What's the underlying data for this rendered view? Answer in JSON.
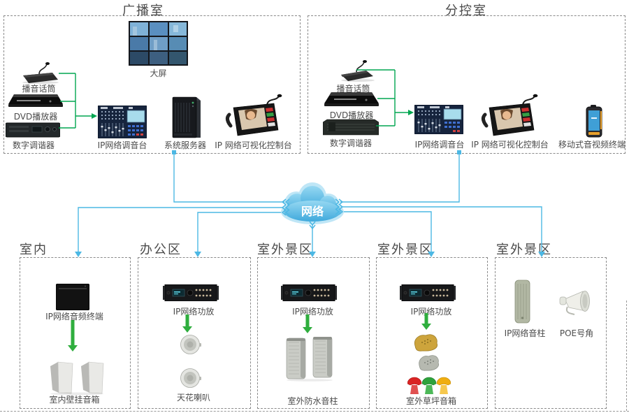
{
  "rooms": [
    {
      "title": "广播室",
      "devices": [
        {
          "label": "大屏"
        },
        {
          "label": "播音话筒"
        },
        {
          "label": "DVD播放器"
        },
        {
          "label": "数字调谐器"
        },
        {
          "label": "IP网络调音台"
        },
        {
          "label": "系统服务器"
        },
        {
          "label": "IP 网络可视化控制台"
        }
      ]
    },
    {
      "title": "分控室",
      "devices": [
        {
          "label": "播音话筒"
        },
        {
          "label": "DVD播放器"
        },
        {
          "label": "数字调谐器"
        },
        {
          "label": "IP网络调音台"
        },
        {
          "label": "IP 网络可视化控制台"
        },
        {
          "label": "移动式音视频终端"
        }
      ]
    }
  ],
  "cloud": {
    "label": "网络"
  },
  "zones": [
    {
      "title": "室内",
      "devices": [
        {
          "label": "IP网络音频终端"
        },
        {
          "label": "室内壁挂音箱"
        }
      ]
    },
    {
      "title": "办公区",
      "devices": [
        {
          "label": "IP网络功放"
        },
        {
          "label": "天花喇叭"
        }
      ]
    },
    {
      "title": "室外景区",
      "devices": [
        {
          "label": "IP网络功放"
        },
        {
          "label": "室外防水音柱"
        }
      ]
    },
    {
      "title": "室外景区",
      "devices": [
        {
          "label": "IP网络功放"
        },
        {
          "label": "室外草坪音箱"
        }
      ]
    },
    {
      "title": "室外景区",
      "devices": [
        {
          "label": "IP网络音柱"
        },
        {
          "label": "POE号角"
        }
      ]
    }
  ],
  "colors": {
    "network_line": "#4cb8e4",
    "signal_line": "#00a650",
    "zone_arrow": "#2fae3e",
    "cloud_blue": "#56b8e6",
    "box_border": "#8a8a8a"
  }
}
